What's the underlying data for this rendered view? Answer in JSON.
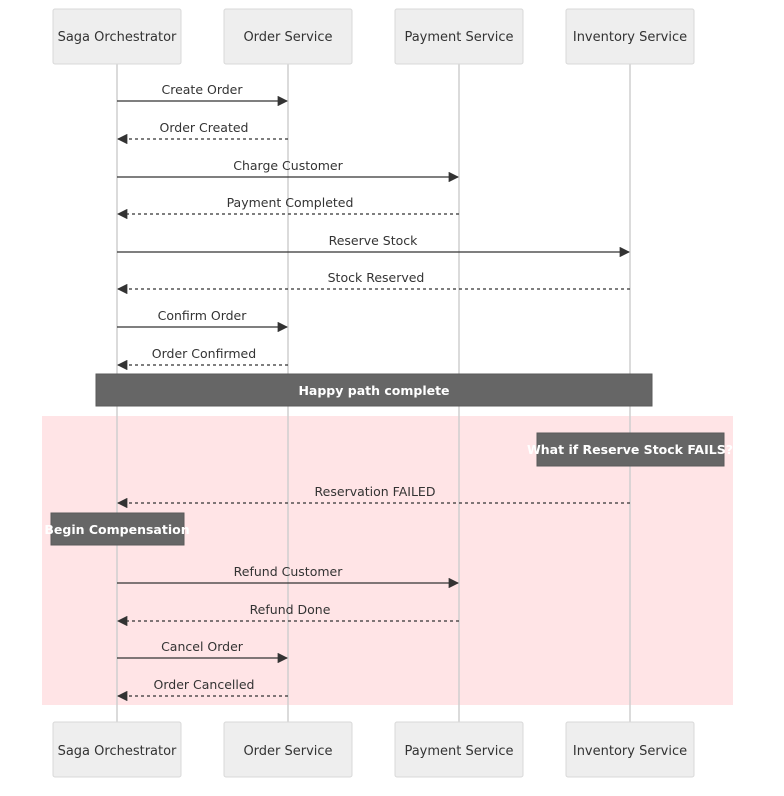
{
  "actors": [
    {
      "id": "saga",
      "label": "Saga Orchestrator"
    },
    {
      "id": "order",
      "label": "Order Service"
    },
    {
      "id": "payment",
      "label": "Payment Service"
    },
    {
      "id": "inventory",
      "label": "Inventory Service"
    }
  ],
  "messages": [
    {
      "from": "saga",
      "to": "order",
      "label": "Create Order",
      "style": "solid"
    },
    {
      "from": "order",
      "to": "saga",
      "label": "Order Created",
      "style": "dashed"
    },
    {
      "from": "saga",
      "to": "payment",
      "label": "Charge Customer",
      "style": "solid"
    },
    {
      "from": "payment",
      "to": "saga",
      "label": "Payment Completed",
      "style": "dashed"
    },
    {
      "from": "saga",
      "to": "inventory",
      "label": "Reserve Stock",
      "style": "solid"
    },
    {
      "from": "inventory",
      "to": "saga",
      "label": "Stock Reserved",
      "style": "dashed"
    },
    {
      "from": "saga",
      "to": "order",
      "label": "Confirm Order",
      "style": "solid"
    },
    {
      "from": "order",
      "to": "saga",
      "label": "Order Confirmed",
      "style": "dashed"
    },
    {
      "from": "inventory",
      "to": "saga",
      "label": "Reservation FAILED",
      "style": "dashed"
    },
    {
      "from": "saga",
      "to": "payment",
      "label": "Refund Customer",
      "style": "solid"
    },
    {
      "from": "payment",
      "to": "saga",
      "label": "Refund Done",
      "style": "dashed"
    },
    {
      "from": "saga",
      "to": "order",
      "label": "Cancel Order",
      "style": "solid"
    },
    {
      "from": "order",
      "to": "saga",
      "label": "Order Cancelled",
      "style": "dashed"
    }
  ],
  "notes": [
    {
      "label": "Happy path complete",
      "over": [
        "saga",
        "inventory"
      ]
    },
    {
      "label": "What if Reserve Stock FAILS?",
      "over": [
        "inventory"
      ]
    },
    {
      "label": "Begin Compensation",
      "over": [
        "saga"
      ]
    }
  ],
  "colors": {
    "actor_fill": "#eeeeee",
    "note_fill": "#666666",
    "failure_region": "#ffe4e6",
    "line": "#333333"
  }
}
